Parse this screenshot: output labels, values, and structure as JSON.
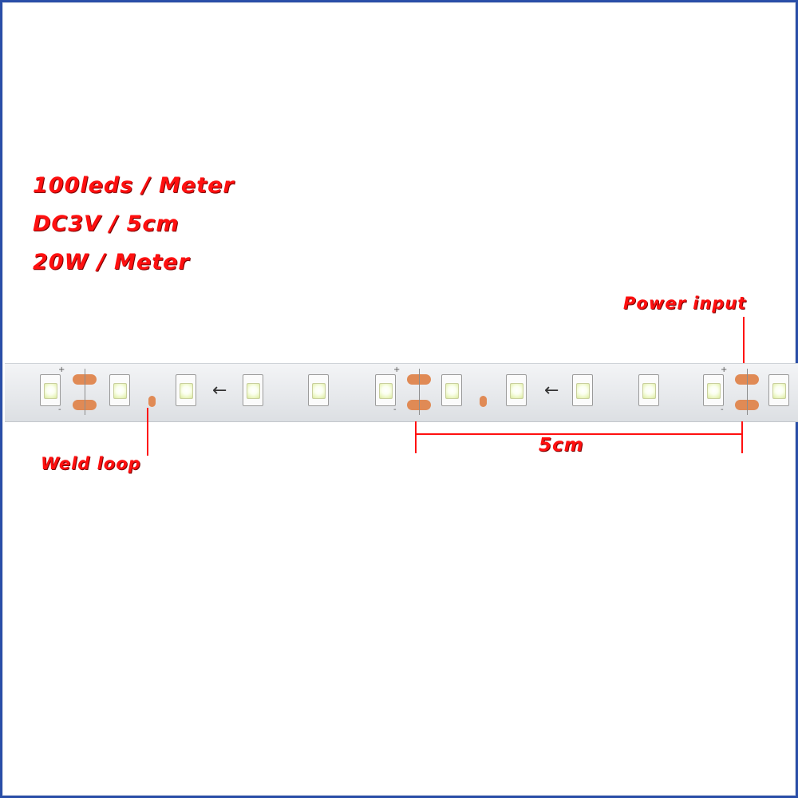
{
  "specs": [
    "100leds / Meter",
    "DC3V / 5cm",
    "20W / Meter"
  ],
  "callouts": {
    "power_input": "Power input",
    "weld_loop": "Weld loop",
    "segment_length": "5cm"
  },
  "strip_marks": {
    "plus": "+",
    "minus": "-"
  },
  "colors": {
    "label_red": "#ff1010",
    "copper_pad": "#e08a55",
    "frame_blue": "#2a4fa8"
  }
}
